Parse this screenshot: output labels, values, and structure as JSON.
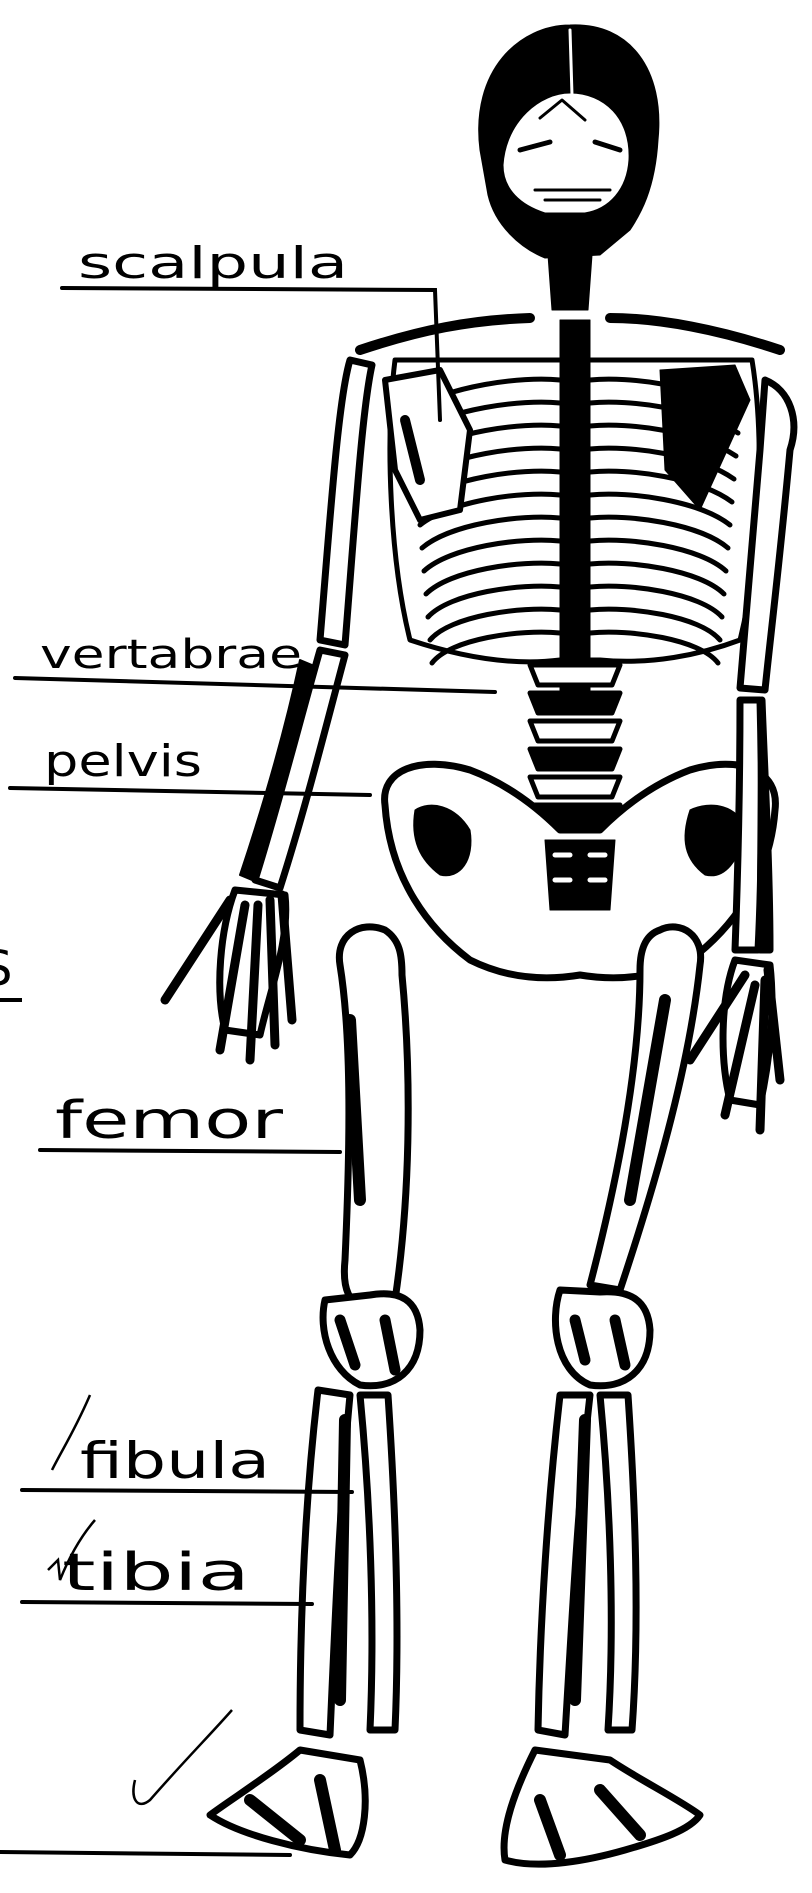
{
  "diagram": {
    "labels": {
      "scapula": "scalpula",
      "vertebrae": "vertabrae",
      "pelvis": "pelvis",
      "femur": "femor",
      "fibula": "fibula",
      "tibia": "tibia",
      "partial": "S"
    },
    "ink_color": "#000000",
    "paper_color": "#ffffff"
  }
}
